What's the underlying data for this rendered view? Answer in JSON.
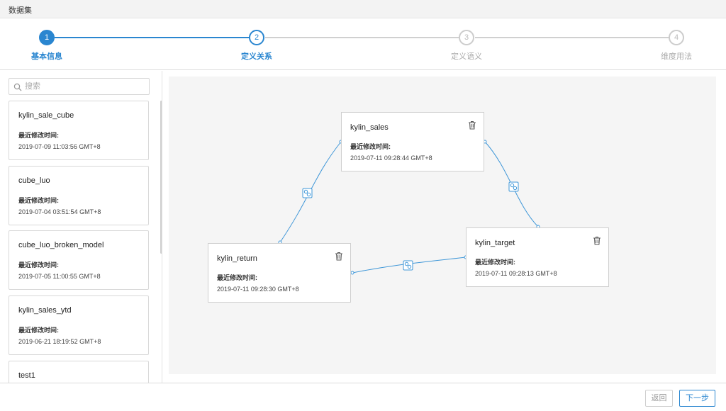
{
  "window": {
    "title": "数据集"
  },
  "colors": {
    "accent": "#2a86d0",
    "inactive": "#cccccc",
    "link_line": "#3f97d8"
  },
  "steps": [
    {
      "number": "1",
      "label": "基本信息",
      "state": "done"
    },
    {
      "number": "2",
      "label": "定义关系",
      "state": "active"
    },
    {
      "number": "3",
      "label": "定义语义",
      "state": "pending"
    },
    {
      "number": "4",
      "label": "维度用法",
      "state": "pending"
    }
  ],
  "search": {
    "placeholder": "搜索",
    "icon": "search-icon"
  },
  "cubes": [
    {
      "name": "kylin_sale_cube",
      "modified_label": "最近修改时间:",
      "modified": "2019-07-09 11:03:56 GMT+8"
    },
    {
      "name": "cube_luo",
      "modified_label": "最近修改时间:",
      "modified": "2019-07-04 03:51:54 GMT+8"
    },
    {
      "name": "cube_luo_broken_model",
      "modified_label": "最近修改时间:",
      "modified": "2019-07-05 11:00:55 GMT+8"
    },
    {
      "name": "kylin_sales_ytd",
      "modified_label": "最近修改时间:",
      "modified": "2019-06-21 18:19:52 GMT+8"
    },
    {
      "name": "test1",
      "modified_label": "",
      "modified": ""
    }
  ],
  "nodes": [
    {
      "name": "kylin_sales",
      "modified_label": "最近修改时间:",
      "modified": "2019-07-11 09:28:44 GMT+8",
      "icon": "trash-icon"
    },
    {
      "name": "kylin_return",
      "modified_label": "最近修改时间:",
      "modified": "2019-07-11 09:28:30 GMT+8",
      "icon": "trash-icon"
    },
    {
      "name": "kylin_target",
      "modified_label": "最近修改时间:",
      "modified": "2019-07-11 09:28:13 GMT+8",
      "icon": "trash-icon"
    }
  ],
  "links": [
    {
      "from": "kylin_return",
      "to": "kylin_sales",
      "icon": "link-icon"
    },
    {
      "from": "kylin_sales",
      "to": "kylin_target",
      "icon": "link-icon"
    },
    {
      "from": "kylin_return",
      "to": "kylin_target",
      "icon": "link-icon"
    }
  ],
  "footer": {
    "back_label": "返回",
    "next_label": "下一步"
  }
}
